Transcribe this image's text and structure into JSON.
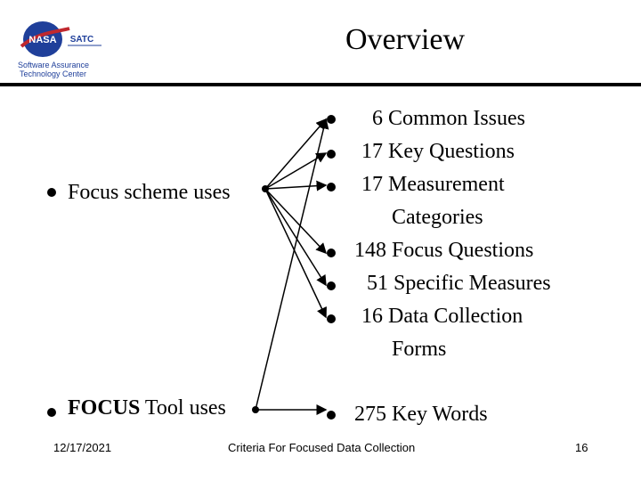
{
  "header": {
    "title": "Overview",
    "logo": {
      "top_text": "NASA",
      "side_text": "SATC",
      "subtitle_line1": "Software Assurance",
      "subtitle_line2": "Technology Center"
    }
  },
  "left": [
    {
      "text_bold": "",
      "text": "Focus scheme uses"
    },
    {
      "text_bold": "FOCUS",
      "text": " Tool uses"
    }
  ],
  "right": [
    {
      "line1": "6 Common Issues",
      "line2": ""
    },
    {
      "line1": "17 Key Questions",
      "line2": ""
    },
    {
      "line1": "17 Measurement",
      "line2": "Categories"
    },
    {
      "line1": "148 Focus Questions",
      "line2": ""
    },
    {
      "line1": "51 Specific Measures",
      "line2": ""
    },
    {
      "line1": "16 Data Collection",
      "line2": "Forms"
    },
    {
      "line1": "275 Key Words",
      "line2": ""
    }
  ],
  "footer": {
    "date": "12/17/2021",
    "title": "Criteria For Focused Data Collection",
    "page": "16"
  },
  "colors": {
    "text": "#000000",
    "logo_blue": "#1f3f9a",
    "logo_red": "#c0282e"
  }
}
